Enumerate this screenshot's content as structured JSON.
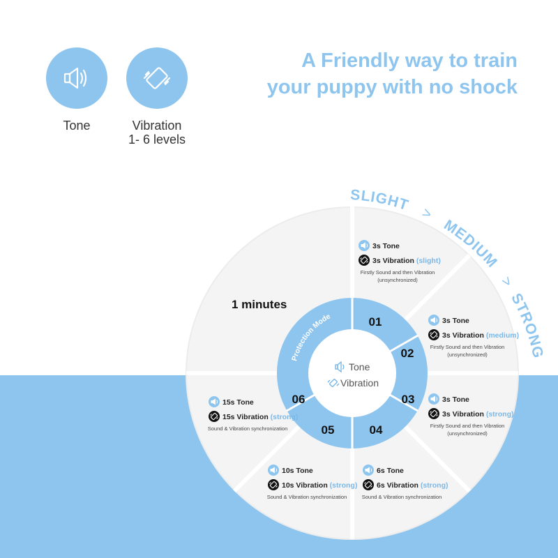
{
  "features": [
    {
      "icon": "speaker-icon",
      "lines": [
        "Tone"
      ]
    },
    {
      "icon": "vibration-icon",
      "lines": [
        "Vibration",
        "1- 6 levels"
      ]
    }
  ],
  "headline": [
    "A Friendly way to train",
    "your puppy with no shock"
  ],
  "intensity_scale": {
    "slight": "SLIGHT",
    "medium": "MEDIUM",
    "strong": "STRONG",
    "separator": ">"
  },
  "wheel": {
    "timer_label": "1 minutes",
    "ring_title": "Protection Mode",
    "center": {
      "tone": "Tone",
      "vibration": "Vibration"
    },
    "segments": [
      {
        "number": "01",
        "tone": "3s Tone",
        "vibration": "3s Vibration",
        "level": "(slight)",
        "note": [
          "Firstly Sound and then Vibration",
          "(unsynchronized)"
        ]
      },
      {
        "number": "02",
        "tone": "3s Tone",
        "vibration": "3s Vibration",
        "level": "(medium)",
        "note": [
          "Firstly Sound and then Vibration",
          "(unsynchronized)"
        ]
      },
      {
        "number": "03",
        "tone": "3s Tone",
        "vibration": "3s Vibration",
        "level": "(strong)",
        "note": [
          "Firstly Sound and then Vibration",
          "(unsynchronized)"
        ]
      },
      {
        "number": "04",
        "tone": "6s Tone",
        "vibration": "6s Vibration",
        "level": "(strong)",
        "note": [
          "Sound & Vibration synchronization"
        ]
      },
      {
        "number": "05",
        "tone": "10s Tone",
        "vibration": "10s Vibration",
        "level": "(strong)",
        "note": [
          "Sound & Vibration synchronization"
        ]
      },
      {
        "number": "06",
        "tone": "15s Tone",
        "vibration": "15s Vibration",
        "level": "(strong)",
        "note": [
          "Sound & Vibration synchronization"
        ]
      }
    ]
  },
  "colors": {
    "accent": "#8ec5ef",
    "text": "#222222",
    "level_text": "#7ab8e8"
  }
}
